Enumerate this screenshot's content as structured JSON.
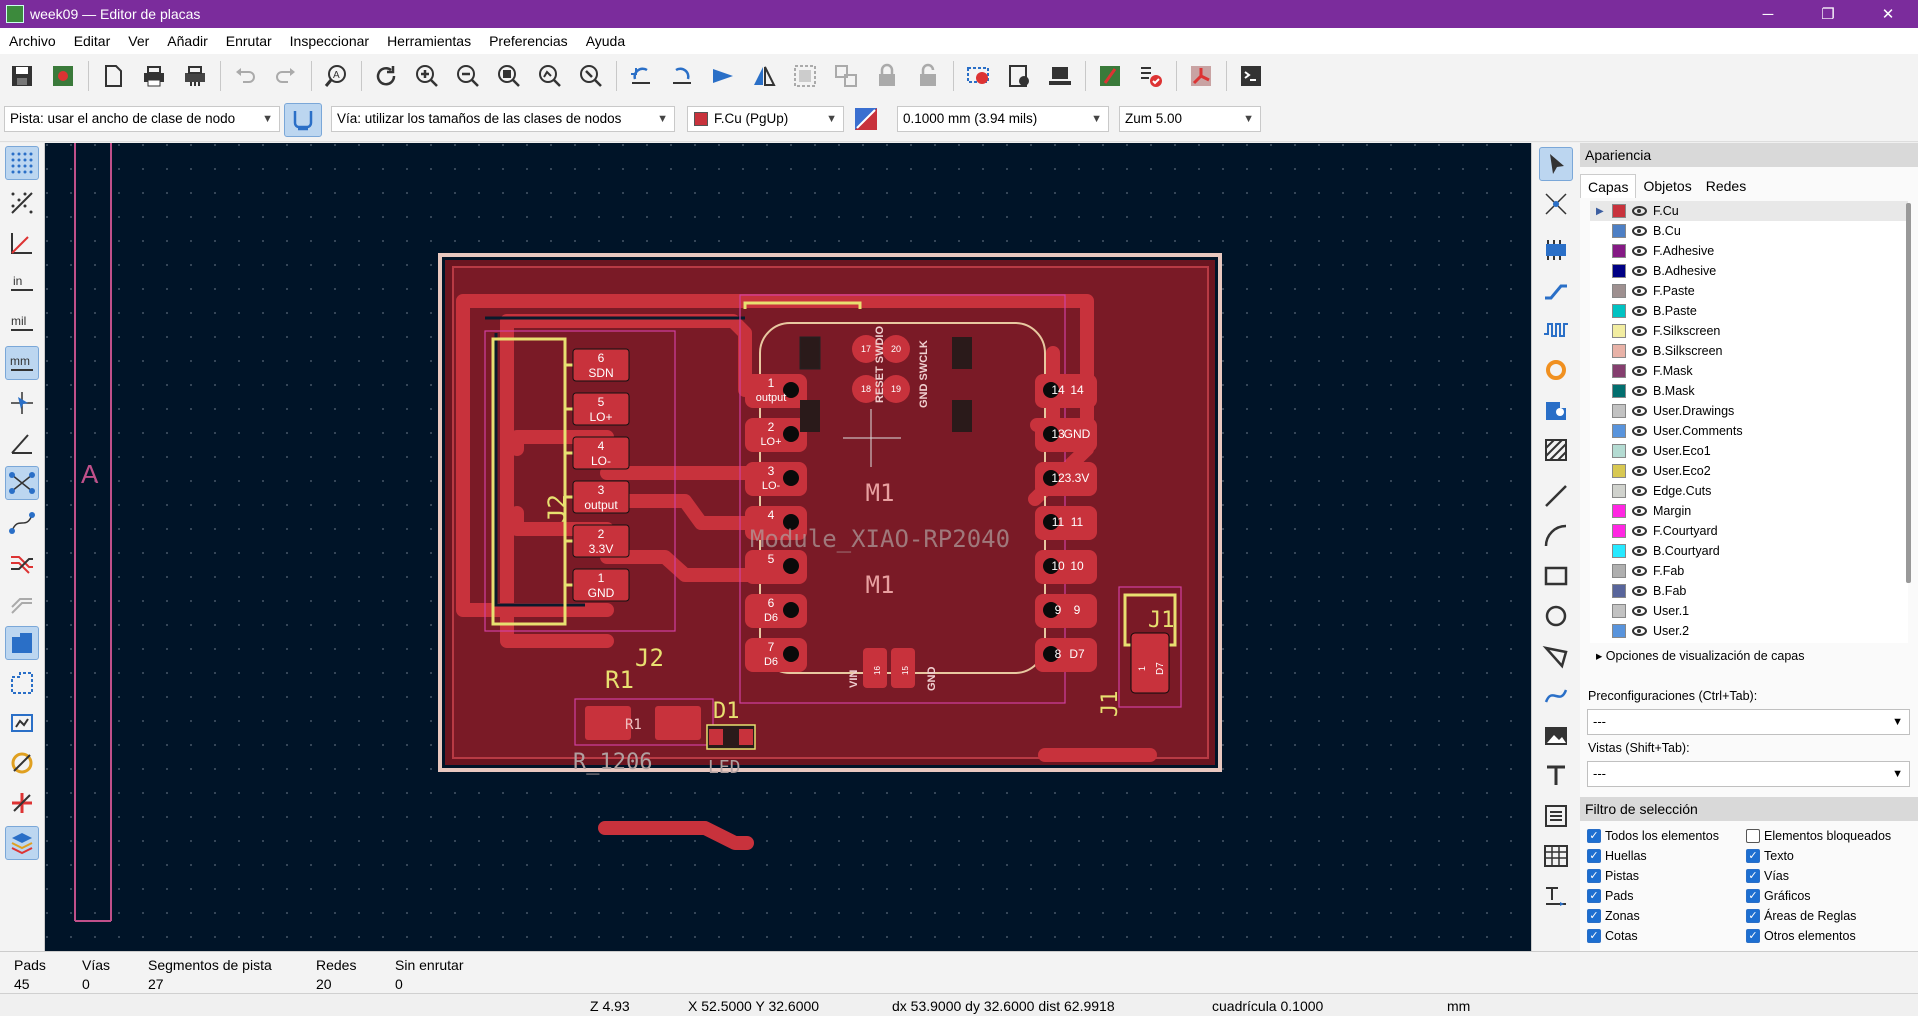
{
  "window": {
    "title": "week09 — Editor de placas",
    "controls": [
      "─",
      "❐",
      "✕"
    ]
  },
  "menu": [
    "Archivo",
    "Editar",
    "Ver",
    "Añadir",
    "Enrutar",
    "Inspeccionar",
    "Herramientas",
    "Preferencias",
    "Ayuda"
  ],
  "options": {
    "track_width": "Pista: usar el ancho de clase de nodo",
    "via_size": "Vía: utilizar los tamaños de las clases de nodos",
    "layer": "F.Cu (PgUp)",
    "grid": "0.1000 mm (3.94 mils)",
    "zoom": "Zum 5.00"
  },
  "colors": {
    "board": "#7a1a26",
    "copper": "#c8323c",
    "board_outline": "#e8c8c0",
    "silk": "#e8e070",
    "courtyard": "#d040a0",
    "canvas_bg": "#001428"
  },
  "board": {
    "grid_letter": "A",
    "labels": {
      "j2_ref": "J2",
      "j2_ref2": "J2",
      "r1": "R1",
      "r1_pad": "R1",
      "r1_val": "R_1206",
      "d1": "D1",
      "led": "LED",
      "m1_top": "M1",
      "m1_val": "Module_XIAO-RP2040",
      "m1_bot": "M1",
      "j1": "J1",
      "j1b": "J1",
      "d7": "D7",
      "vin": "VIN",
      "gnd_b": "GND",
      "reset": "RESET SWDIO",
      "gnd_t": "GND SWCLK"
    },
    "j2_pads": [
      {
        "n": "6",
        "t": "SDN"
      },
      {
        "n": "5",
        "t": "LO+"
      },
      {
        "n": "4",
        "t": "LO-"
      },
      {
        "n": "3",
        "t": "output"
      },
      {
        "n": "2",
        "t": "3.3V"
      },
      {
        "n": "1",
        "t": "GND"
      }
    ],
    "m1_left": [
      {
        "n": "1",
        "t": "output"
      },
      {
        "n": "2",
        "t": "LO+"
      },
      {
        "n": "3",
        "t": "LO-"
      },
      {
        "n": "4",
        "t": ""
      },
      {
        "n": "5",
        "t": ""
      },
      {
        "n": "6",
        "t": "D6"
      },
      {
        "n": "7",
        "t": "D6"
      }
    ],
    "m1_right": [
      {
        "n": "14",
        "t": "14"
      },
      {
        "n": "13",
        "t": "GND"
      },
      {
        "n": "12",
        "t": "3.3V"
      },
      {
        "n": "11",
        "t": "11"
      },
      {
        "n": "10",
        "t": "10"
      },
      {
        "n": "9",
        "t": "9"
      },
      {
        "n": "8",
        "t": "D7"
      }
    ],
    "m1_top_pads": [
      "17",
      "20",
      "18",
      "19"
    ],
    "m1_bottom_pads": [
      "16",
      "15"
    ]
  },
  "panel": {
    "title": "Apariencia",
    "tabs": [
      "Capas",
      "Objetos",
      "Redes"
    ],
    "layers": [
      {
        "name": "F.Cu",
        "color": "#c8323c"
      },
      {
        "name": "B.Cu",
        "color": "#4d7fc4"
      },
      {
        "name": "F.Adhesive",
        "color": "#841984"
      },
      {
        "name": "B.Adhesive",
        "color": "#000084"
      },
      {
        "name": "F.Paste",
        "color": "#9e9090"
      },
      {
        "name": "B.Paste",
        "color": "#00c2c2"
      },
      {
        "name": "F.Silkscreen",
        "color": "#f2eda1"
      },
      {
        "name": "B.Silkscreen",
        "color": "#e8b2a7"
      },
      {
        "name": "F.Mask",
        "color": "#843e6e"
      },
      {
        "name": "B.Mask",
        "color": "#026e6e"
      },
      {
        "name": "User.Drawings",
        "color": "#c2c2c2"
      },
      {
        "name": "User.Comments",
        "color": "#5994dc"
      },
      {
        "name": "User.Eco1",
        "color": "#b4dbd2"
      },
      {
        "name": "User.Eco2",
        "color": "#d8c852"
      },
      {
        "name": "Edge.Cuts",
        "color": "#d0d2cd"
      },
      {
        "name": "Margin",
        "color": "#ff26e2"
      },
      {
        "name": "F.Courtyard",
        "color": "#ff26e2"
      },
      {
        "name": "B.Courtyard",
        "color": "#26e9ff"
      },
      {
        "name": "F.Fab",
        "color": "#afafaf"
      },
      {
        "name": "B.Fab",
        "color": "#58659b"
      },
      {
        "name": "User.1",
        "color": "#c2c2c2"
      },
      {
        "name": "User.2",
        "color": "#5994dc"
      }
    ],
    "layer_opts": "Opciones de visualización de capas",
    "presets_label": "Preconfiguraciones (Ctrl+Tab):",
    "presets_value": "---",
    "views_label": "Vistas (Shift+Tab):",
    "views_value": "---",
    "filter_title": "Filtro de selección",
    "filters": [
      {
        "label": "Todos los elementos",
        "checked": true
      },
      {
        "label": "Elementos bloqueados",
        "checked": false
      },
      {
        "label": "Huellas",
        "checked": true
      },
      {
        "label": "Texto",
        "checked": true
      },
      {
        "label": "Pistas",
        "checked": true
      },
      {
        "label": "Vías",
        "checked": true
      },
      {
        "label": "Pads",
        "checked": true
      },
      {
        "label": "Gráficos",
        "checked": true
      },
      {
        "label": "Zonas",
        "checked": true
      },
      {
        "label": "Áreas de Reglas",
        "checked": true
      },
      {
        "label": "Cotas",
        "checked": true
      },
      {
        "label": "Otros elementos",
        "checked": true
      }
    ]
  },
  "messages": [
    {
      "label": "Pads",
      "value": "45"
    },
    {
      "label": "Vías",
      "value": "0"
    },
    {
      "label": "Segmentos de pista",
      "value": "27"
    },
    {
      "label": "Redes",
      "value": "20"
    },
    {
      "label": "Sin enrutar",
      "value": "0"
    }
  ],
  "status": {
    "z": "Z 4.93",
    "xy": "X 52.5000  Y 32.6000",
    "d": "dx 53.9000  dy 32.6000  dist 62.9918",
    "grid": "cuadrícula 0.1000",
    "units": "mm"
  }
}
